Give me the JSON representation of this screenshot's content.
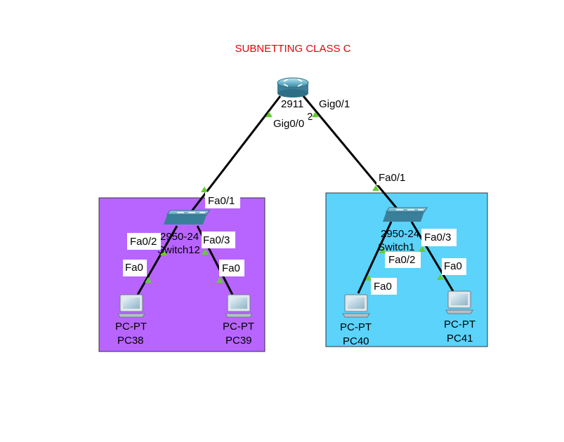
{
  "title": {
    "text": "SUBNETTING CLASS C",
    "color": "#e8000b"
  },
  "colors": {
    "area_left": "#b865ff",
    "area_right": "#5bd3fb",
    "link": "#000000",
    "port_led": "#66cc33"
  },
  "router": {
    "model": "2911",
    "name_fragment": "2",
    "port_left": "Gig0/0",
    "port_right": "Gig0/1",
    "icon": "router-icon"
  },
  "switch_left": {
    "model": "2950-24",
    "name": "Switch12",
    "uplink": "Fa0/1",
    "port_left": "Fa0/2",
    "port_right": "Fa0/3",
    "icon": "switch-icon"
  },
  "switch_right": {
    "model": "2950-24",
    "name": "Switch1",
    "uplink": "Fa0/1",
    "port_left": "Fa0/2",
    "port_right": "Fa0/3",
    "icon": "switch-icon"
  },
  "pcs": [
    {
      "model": "PC-PT",
      "name": "PC38",
      "port": "Fa0",
      "icon": "pc-icon"
    },
    {
      "model": "PC-PT",
      "name": "PC39",
      "port": "Fa0",
      "icon": "pc-icon"
    },
    {
      "model": "PC-PT",
      "name": "PC40",
      "port": "Fa0",
      "icon": "pc-icon"
    },
    {
      "model": "PC-PT",
      "name": "PC41",
      "port": "Fa0",
      "icon": "pc-icon"
    }
  ]
}
